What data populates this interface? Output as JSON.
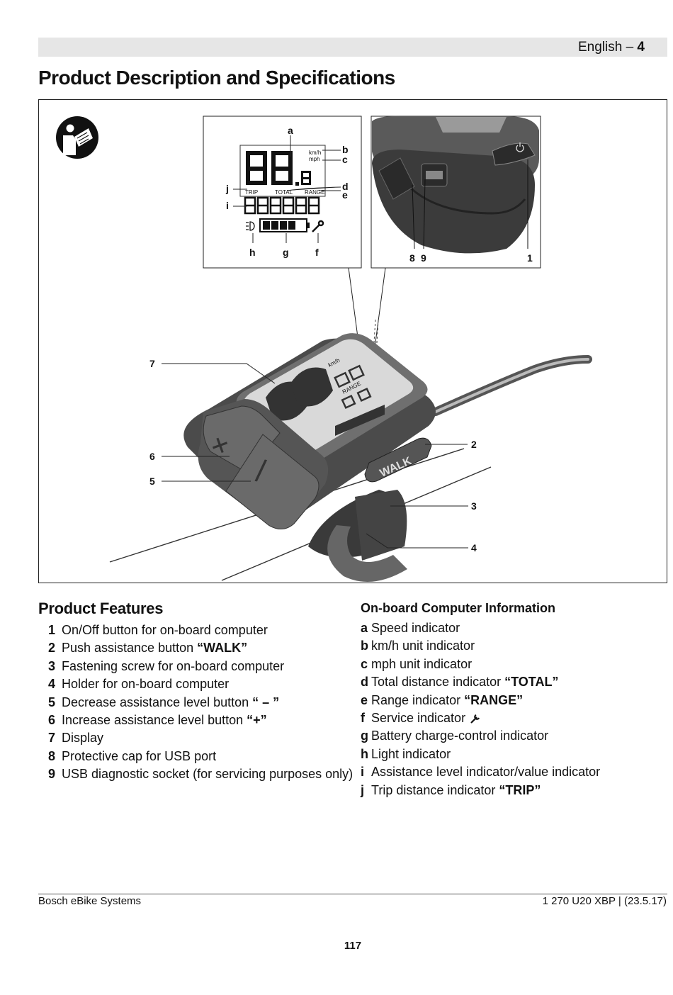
{
  "header": {
    "language": "English",
    "separator": " – ",
    "page": "4"
  },
  "title": "Product Description and Specifications",
  "figure": {
    "display_labels": {
      "a": "a",
      "b": "b",
      "c": "c",
      "d": "d",
      "e": "e",
      "f": "f",
      "g": "g",
      "h": "h",
      "i": "i",
      "j": "j"
    },
    "display_texts": {
      "kmh": "km/h",
      "mph": "mph",
      "trip": "TRIP",
      "total": "TOTAL",
      "range": "RANGE"
    },
    "holder_labels": {
      "n8": "8",
      "n9": "9",
      "n1": "1"
    },
    "main_labels": {
      "n7": "7",
      "n6": "6",
      "n5": "5",
      "n2": "2",
      "n3": "3",
      "n4": "4"
    },
    "walk_text": "WALK",
    "plus_symbol": "+",
    "minus_symbol": "/",
    "unit_text": "km/h",
    "range_text": "RANGE"
  },
  "features": {
    "title": "Product Features",
    "items": [
      {
        "num": "1",
        "text": "On/Off button for on-board computer",
        "bold": ""
      },
      {
        "num": "2",
        "text": "Push assistance button ",
        "bold": "“WALK”"
      },
      {
        "num": "3",
        "text": "Fastening screw for on-board computer",
        "bold": ""
      },
      {
        "num": "4",
        "text": "Holder for on-board computer",
        "bold": ""
      },
      {
        "num": "5",
        "text": "Decrease assistance level button ",
        "bold": "“ – ”"
      },
      {
        "num": "6",
        "text": "Increase assistance level button ",
        "bold": "“+”"
      },
      {
        "num": "7",
        "text": "Display",
        "bold": ""
      },
      {
        "num": "8",
        "text": "Protective cap for USB port",
        "bold": ""
      },
      {
        "num": "9",
        "text": "USB diagnostic socket (for servicing purposes only)",
        "bold": ""
      }
    ]
  },
  "info": {
    "title": "On-board Computer Information",
    "items": [
      {
        "letter": "a",
        "text": "Speed indicator",
        "bold": ""
      },
      {
        "letter": "b",
        "text": "km/h unit indicator",
        "bold": ""
      },
      {
        "letter": "c",
        "text": "mph unit indicator",
        "bold": ""
      },
      {
        "letter": "d",
        "text": "Total distance indicator ",
        "bold": "“TOTAL”"
      },
      {
        "letter": "e",
        "text": "Range indicator ",
        "bold": "“RANGE”"
      },
      {
        "letter": "f",
        "text": "Service indicator ",
        "bold": ""
      },
      {
        "letter": "g",
        "text": "Battery charge-control indicator",
        "bold": ""
      },
      {
        "letter": "h",
        "text": "Light indicator",
        "bold": ""
      },
      {
        "letter": "i",
        "text": "Assistance level indicator/value indicator",
        "bold": ""
      },
      {
        "letter": "j",
        "text": "Trip distance indicator ",
        "bold": "“TRIP”"
      }
    ]
  },
  "footer": {
    "left": "Bosch eBike Systems",
    "right": "1 270 U20 XBP | (23.5.17)",
    "page_number": "117"
  }
}
